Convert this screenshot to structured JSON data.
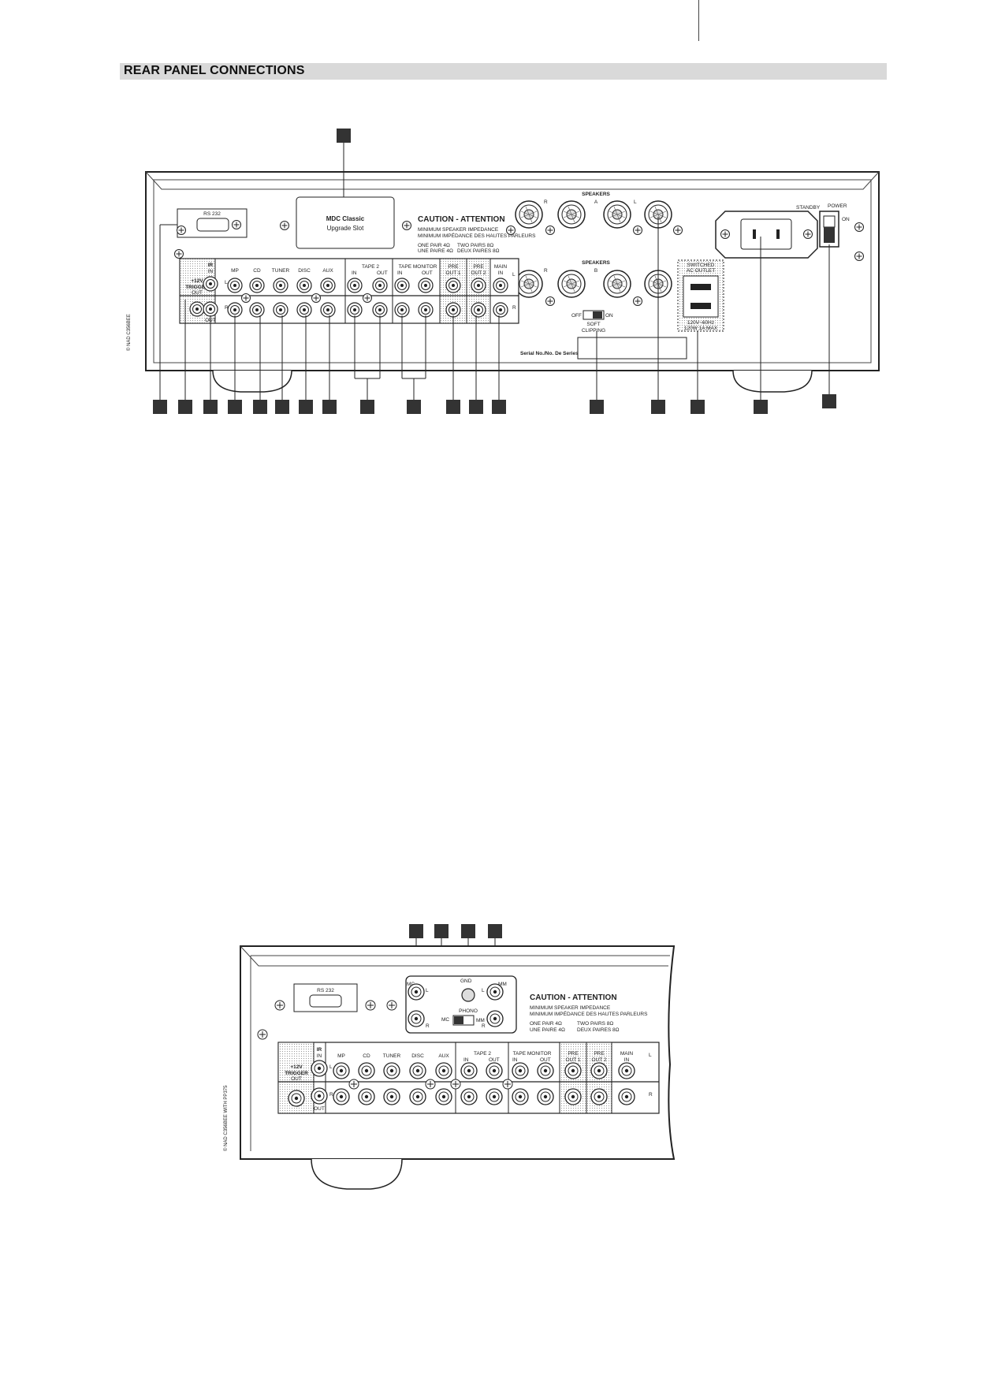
{
  "header": {
    "title": "REAR PANEL CONNECTIONS"
  },
  "panel1": {
    "rs232": "RS 232",
    "mdc_line1": "MDC Classic",
    "mdc_line2": "Upgrade Slot",
    "caution": "CAUTION - ATTENTION",
    "impedance_en": "MINIMUM SPEAKER IMPEDANCE",
    "impedance_fr": "MINIMUM IMPÉDANCE DES HAUTES PARLEURS",
    "one_pair_en": "ONE PAIR 4Ω",
    "one_pair_fr": "UNE PAIRE 4Ω",
    "two_pairs_en": "TWO PAIRS 8Ω",
    "two_pairs_fr": "DEUX PAIRES 8Ω",
    "speakers_a": "SPEAKERS",
    "speakers_a_letter": "A",
    "speakers_b": "SPEAKERS",
    "speakers_b_letter": "B",
    "r": "R",
    "l": "L",
    "standby": "STANDBY",
    "power": "POWER",
    "on": "ON",
    "off": "OFF",
    "soft": "SOFT",
    "clipping": "CLIPPING",
    "switched_1": "SWITCHED",
    "switched_2": "AC OUTLET",
    "outlet_rating_1": "120V~60Hz",
    "outlet_rating_2": "120W 1A MAX",
    "serial": "Serial No./No. De Series",
    "trigger_1": "+12V",
    "trigger_2": "TRIGGER",
    "trigger_3": "OUT",
    "ir": "IR",
    "ir_in": "IN",
    "ir_out": "OUT",
    "mp": "MP",
    "cd": "CD",
    "tuner": "TUNER",
    "disc": "DISC",
    "aux": "AUX",
    "tape2": "TAPE 2",
    "tape_monitor": "TAPE MONITOR",
    "in": "IN",
    "out": "OUT",
    "pre": "PRE",
    "pre_out1": "OUT 1",
    "pre_out2": "OUT 2",
    "main": "MAIN",
    "main_in": "IN",
    "side_text": "© NAD C356BEE"
  },
  "panel2": {
    "rs232": "RS 232",
    "mc": "MC",
    "gnd": "GND",
    "mm": "MM",
    "phono": "PHONO",
    "l": "L",
    "r": "R",
    "caution": "CAUTION - ATTENTION",
    "impedance_en": "MINIMUM SPEAKER IMPEDANCE",
    "impedance_fr": "MINIMUM IMPÉDANCE DES HAUTES PARLEURS",
    "one_pair_en": "ONE PAIR 4Ω",
    "one_pair_fr": "UNE PAIRE 4Ω",
    "two_pairs_en": "TWO PAIRS 8Ω",
    "two_pairs_fr": "DEUX PAIRES 8Ω",
    "trigger_1": "+12V",
    "trigger_2": "TRIGGER",
    "trigger_3": "OUT",
    "ir": "IR",
    "ir_in": "IN",
    "ir_out": "OUT",
    "mp": "MP",
    "cd": "CD",
    "tuner": "TUNER",
    "disc": "DISC",
    "aux": "AUX",
    "tape2": "TAPE 2",
    "tape_monitor": "TAPE MONITOR",
    "in": "IN",
    "out": "OUT",
    "pre": "PRE",
    "pre_out1": "OUT 1",
    "pre_out2": "OUT 2",
    "main": "MAIN",
    "main_in": "IN",
    "side_text": "© NAD C356BEE WITH PP375"
  }
}
